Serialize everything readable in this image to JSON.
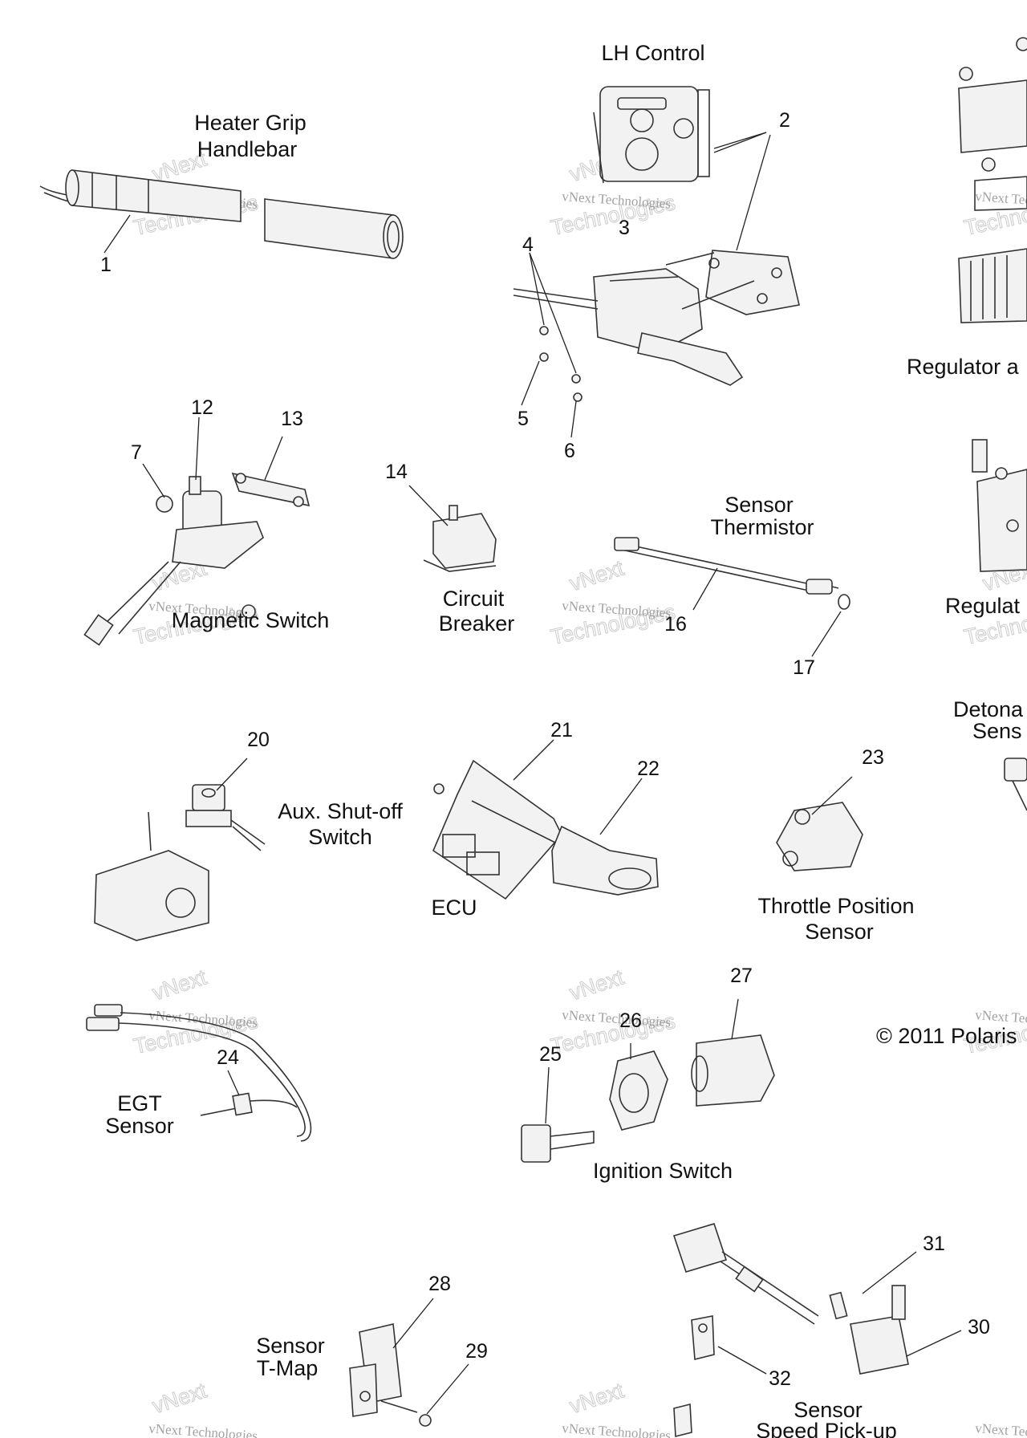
{
  "labels": {
    "lh_control": "LH Control",
    "heater_grip_1": "Heater Grip",
    "heater_grip_2": "Handlebar",
    "regulator_top": "Regulator a",
    "magnetic_switch": "Magnetic Switch",
    "circuit_breaker_1": "Circuit",
    "circuit_breaker_2": "Breaker",
    "sensor_thermistor_1": "Sensor",
    "sensor_thermistor_2": "Thermistor",
    "regulator_mid": "Regulat",
    "detonation_1": "Detona",
    "detonation_2": "Sens",
    "aux_shutoff_1": "Aux. Shut-off",
    "aux_shutoff_2": "Switch",
    "ecu": "ECU",
    "throttle_1": "Throttle Position",
    "throttle_2": "Sensor",
    "copyright": "© 2011 Polaris",
    "egt_1": "EGT",
    "egt_2": "Sensor",
    "ignition_switch": "Ignition Switch",
    "tmap_1": "Sensor",
    "tmap_2": "T-Map",
    "speed_1": "Sensor",
    "speed_2": "Speed Pick-up"
  },
  "part_numbers": {
    "n1": "1",
    "n2": "2",
    "n3": "3",
    "n4": "4",
    "n5": "5",
    "n6": "6",
    "n7": "7",
    "n12": "12",
    "n13": "13",
    "n14": "14",
    "n16": "16",
    "n17": "17",
    "n20": "20",
    "n21": "21",
    "n22": "22",
    "n23": "23",
    "n24": "24",
    "n25": "25",
    "n26": "26",
    "n27": "27",
    "n28": "28",
    "n29": "29",
    "n30": "30",
    "n31": "31",
    "n32": "32"
  },
  "watermark": {
    "line1": "vNext Technologies",
    "line2": "vNext",
    "line3": "Technologies"
  }
}
